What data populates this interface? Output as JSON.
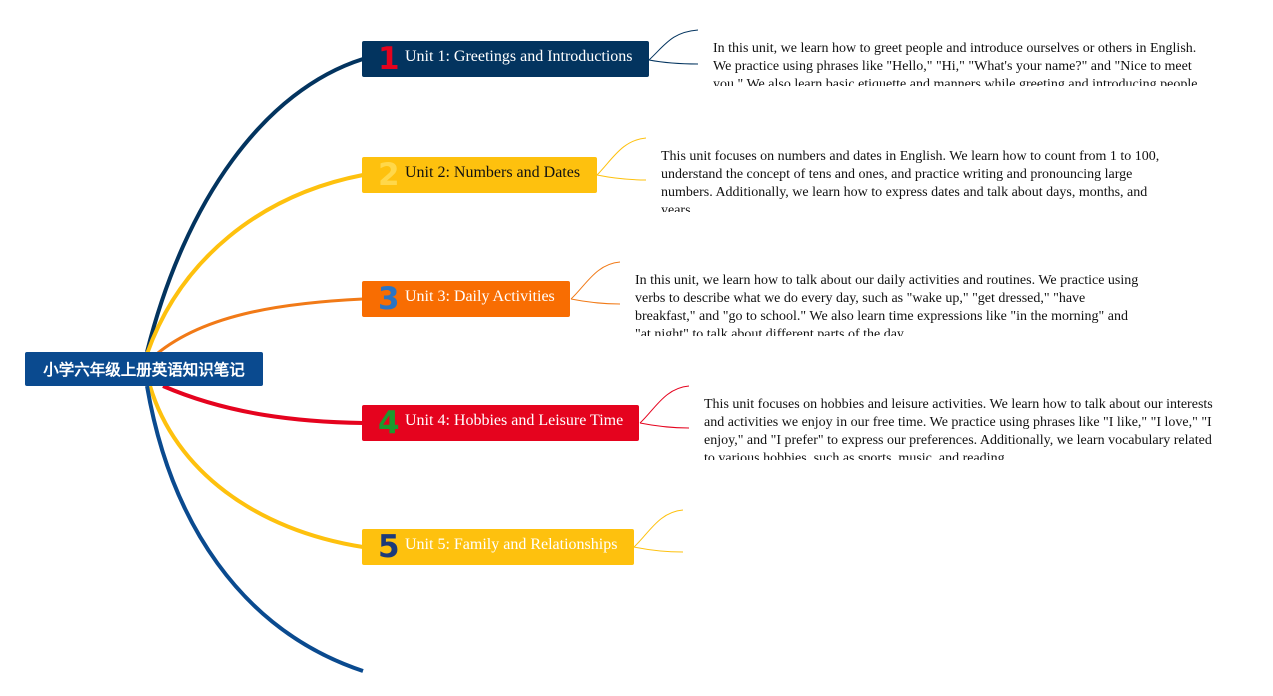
{
  "root": {
    "title": "小学六年级上册英语知识笔记",
    "color": "#0a4a8f"
  },
  "units": [
    {
      "number": "1",
      "label": "Unit 1: Greetings and Introductions",
      "color": "#03345f",
      "number_color": "#e5031e",
      "description": "In this unit, we learn how to greet people and introduce ourselves or others in English. We practice using phrases like \"Hello,\" \"Hi,\" \"What's your name?\" and \"Nice to meet you.\" We also learn basic etiquette and manners while greeting and introducing people."
    },
    {
      "number": "2",
      "label": "Unit 2: Numbers and Dates",
      "color": "#fec10e",
      "number_color": "#ffd84a",
      "description": "This unit focuses on numbers and dates in English. We learn how to count from 1 to 100, understand the concept of tens and ones, and practice writing and pronouncing large numbers. Additionally, we learn how to express dates and talk about days, months, and years."
    },
    {
      "number": "3",
      "label": "Unit 3: Daily Activities",
      "color": "#f86d02",
      "number_color": "#2b74c4",
      "description": "In this unit, we learn how to talk about our daily activities and routines. We practice using verbs to describe what we do every day, such as \"wake up,\" \"get dressed,\" \"have breakfast,\" and \"go to school.\" We also learn time expressions like \"in the morning\" and \"at night\" to talk about different parts of the day."
    },
    {
      "number": "4",
      "label": "Unit 4: Hobbies and Leisure Time",
      "color": "#e5031e",
      "number_color": "#1b9a2e",
      "description": "This unit focuses on hobbies and leisure activities. We learn how to talk about our interests and activities we enjoy in our free time. We practice using phrases like \"I like,\" \"I love,\" \"I enjoy,\" and \"I prefer\" to express our preferences. Additionally, we learn vocabulary related to various hobbies, such as sports, music, and reading."
    },
    {
      "number": "5",
      "label": "Unit 5: Family and Relationships",
      "color": "#fec10e",
      "number_color": "#1c3a7a",
      "description": ""
    }
  ],
  "extra_branch_color": "#0a4a8f"
}
